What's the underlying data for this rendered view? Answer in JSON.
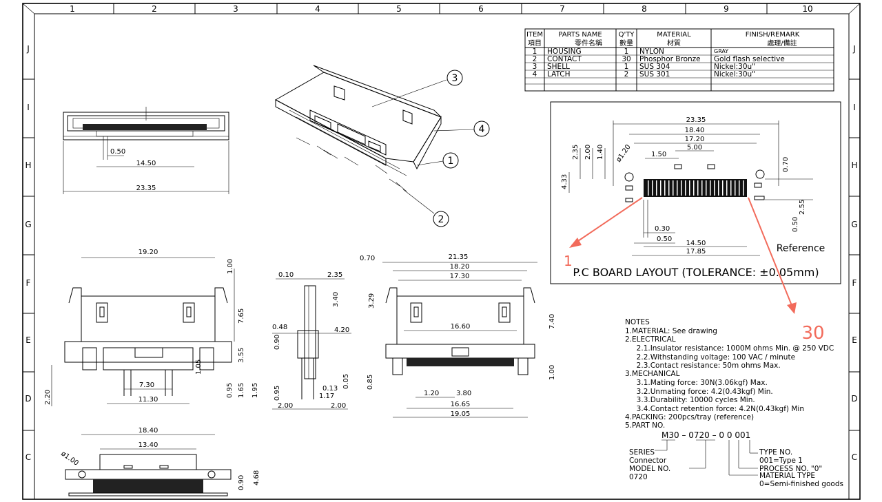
{
  "zones": {
    "columns": [
      "1",
      "2",
      "3",
      "4",
      "5",
      "6",
      "7",
      "8",
      "9",
      "10"
    ],
    "rows": [
      "J",
      "I",
      "H",
      "G",
      "F",
      "E",
      "D",
      "C"
    ]
  },
  "table": {
    "headers": {
      "item": "ITEM",
      "item_cn": "項目",
      "parts_name": "PARTS NAME",
      "parts_name_cn": "零件名稱",
      "qty": "Q'TY",
      "qty_cn": "數量",
      "material": "MATERIAL",
      "material_cn": "材質",
      "finish": "FINISH/REMARK",
      "finish_cn": "處理/備註"
    },
    "rows": [
      {
        "item": "1",
        "name": "HOUSING",
        "qty": "1",
        "material": "NYLON",
        "finish": "GRAY"
      },
      {
        "item": "2",
        "name": "CONTACT",
        "qty": "30",
        "material": "Phosphor Bronze",
        "finish": "Gold flash selective"
      },
      {
        "item": "3",
        "name": "SHELL",
        "qty": "1",
        "material": "SUS 304",
        "finish": "Nickel:30u\""
      },
      {
        "item": "4",
        "name": "LATCH",
        "qty": "2",
        "material": "SUS 301",
        "finish": "Nickel:30u\""
      }
    ]
  },
  "callouts": [
    "3",
    "4",
    "1",
    "2"
  ],
  "pcb": {
    "title": "P.C BOARD LAYOUT (TOLERANCE: ±0.05mm)",
    "reference": "Reference",
    "pin_first": "1",
    "pin_last": "30",
    "dims": [
      "23.35",
      "18.40",
      "17.20",
      "5.00",
      "1.50",
      "2.35",
      "2.00",
      "1.40",
      "ø1.20",
      "4.33",
      "0.70",
      "2.55",
      "0.50",
      "0.30",
      "0.50",
      "14.50",
      "17.85"
    ]
  },
  "top_view_dims": [
    "0.50",
    "14.50",
    "23.35"
  ],
  "front_view_dims": [
    "19.20",
    "1.00",
    "7.65",
    "3.55",
    "1.05",
    "7.30",
    "11.30",
    "2.20",
    "0.95",
    "1.65",
    "1.95"
  ],
  "side_view_dims": [
    "0.10",
    "2.35",
    "3.40",
    "0.48",
    "4.20",
    "0.90",
    "0.95",
    "0.13",
    "1.17",
    "0.05",
    "2.00",
    "2.00"
  ],
  "rear_view_dims": [
    "0.70",
    "21.35",
    "18.20",
    "17.30",
    "3.29",
    "16.60",
    "7.40",
    "1.00",
    "0.85",
    "1.20",
    "3.80",
    "16.65",
    "19.05"
  ],
  "bottom_view_dims": [
    "18.40",
    "13.40",
    "ø1.00",
    "0.90",
    "4.68"
  ],
  "notes": [
    "NOTES",
    "1.MATERIAL: See drawing",
    "2.ELECTRICAL",
    "  2.1.Insulator resistance: 1000M ohms Min. @ 250 VDC",
    "  2.2.Withstanding voltage: 100 VAC / minute",
    "  2.3.Contact resistance: 50m ohms Max.",
    "3.MECHANICAL",
    "  3.1.Mating force: 30N(3.06kgf) Max.",
    "  3.2.Unmating force: 4.2(0.43kgf) Min.",
    "  3.3.Durability: 10000 cycles Min.",
    "  3.4.Contact retention force: 4.2N(0.43kgf) Min",
    "4.PACKING: 200pcs/tray (reference)",
    "5.PART NO."
  ],
  "part_no": {
    "code": "M30 – 0720 – 0 0 001",
    "series_label": "SERIES",
    "series_value": "Connector",
    "model_label": "MODEL NO.",
    "model_value": "0720",
    "type_label": "TYPE NO.",
    "type_value": "001=Type 1",
    "process_label": "PROCESS NO. \"0\"",
    "material_label": "MATERIAL TYPE",
    "material_value": "0=Semi-finished goods"
  },
  "colors": {
    "accent": "#f26b5b",
    "line": "#000000",
    "background": "#ffffff"
  }
}
